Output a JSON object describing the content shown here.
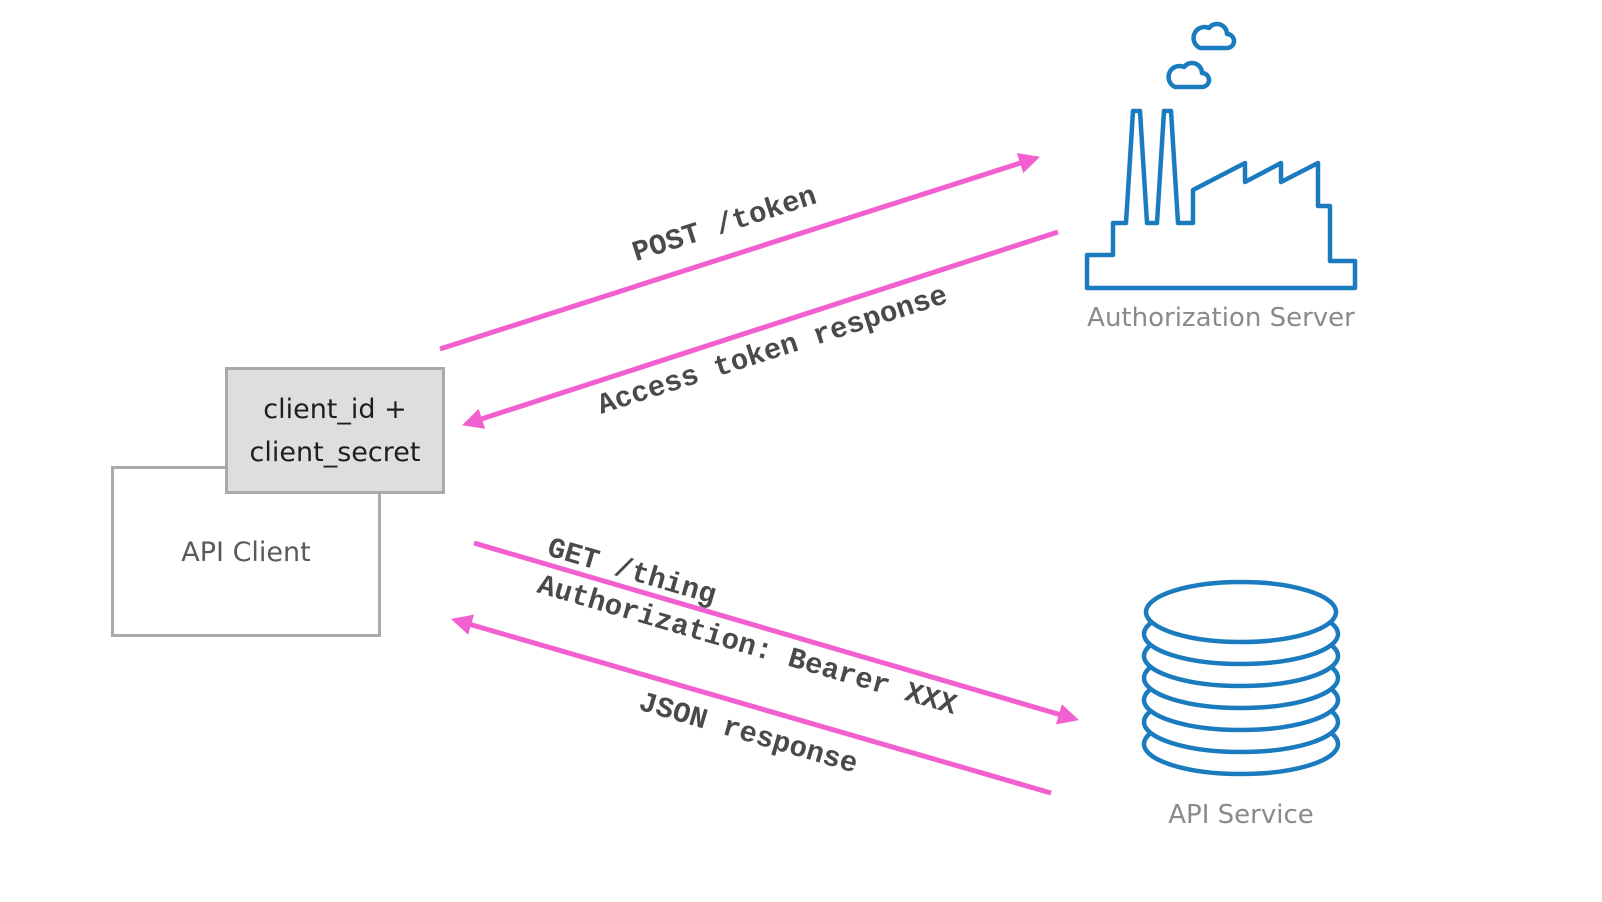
{
  "nodes": {
    "api_client": {
      "label": "API Client"
    },
    "credentials": {
      "line1": "client_id +",
      "line2": "client_secret"
    },
    "authorization_server": {
      "label": "Authorization Server",
      "icon": "factory-icon"
    },
    "api_service": {
      "label": "API Service",
      "icon": "database-icon"
    }
  },
  "arrows": {
    "post_token": {
      "label": "POST /token",
      "direction": "client-to-auth-server"
    },
    "access_token_response": {
      "label": "Access token response",
      "direction": "auth-server-to-client"
    },
    "get_thing": {
      "line1": "GET /thing",
      "line2": "Authorization: Bearer XXX",
      "direction": "client-to-api-service"
    },
    "json_response": {
      "label": "JSON response",
      "direction": "api-service-to-client"
    }
  },
  "colors": {
    "arrow": "#f25fce",
    "icon": "#1a7bbf",
    "box_border": "#aaaaaa",
    "credentials_fill": "#dedede",
    "node_label": "#8a8a8a",
    "arrow_label": "#4a4a4a"
  }
}
